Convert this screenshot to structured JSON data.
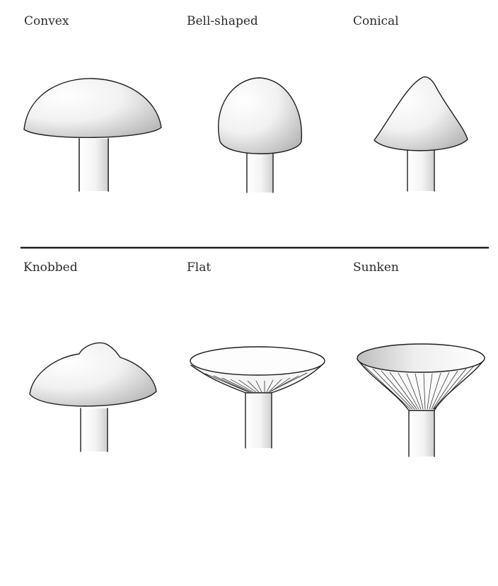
{
  "caps": [
    {
      "id": "convex",
      "label": "Convex"
    },
    {
      "id": "bell",
      "label": "Bell-shaped"
    },
    {
      "id": "conical",
      "label": "Conical"
    },
    {
      "id": "knobbed",
      "label": "Knobbed"
    },
    {
      "id": "flat",
      "label": "Flat"
    },
    {
      "id": "sunken",
      "label": "Sunken"
    }
  ],
  "colors": {
    "ink": "#1e1e1e",
    "text": "#2a2a2a",
    "paper": "#ffffff"
  }
}
